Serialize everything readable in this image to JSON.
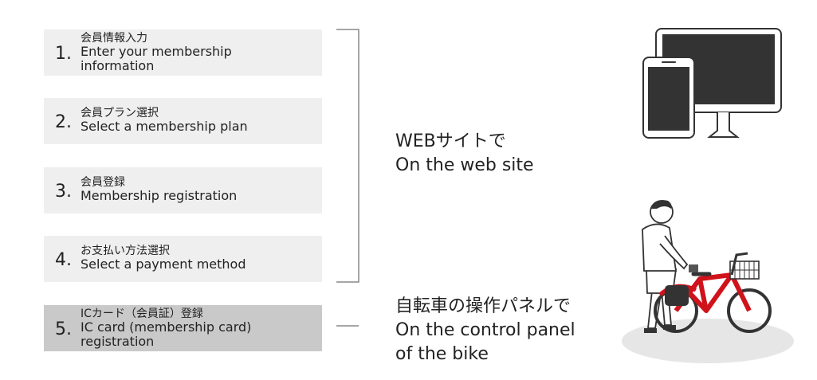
{
  "steps": [
    {
      "number": "1.",
      "ja": "会員情報入力",
      "en": [
        "Enter your membership",
        "information"
      ]
    },
    {
      "number": "2.",
      "ja": "会員プラン選択",
      "en": [
        "Select a membership plan"
      ]
    },
    {
      "number": "3.",
      "ja": "会員登録",
      "en": [
        "Membership registration"
      ]
    },
    {
      "number": "4.",
      "ja": "お支払い方法選択",
      "en": [
        "Select a payment method"
      ]
    },
    {
      "number": "5.",
      "ja": "ICカード（会員証）登録",
      "en": [
        "IC card (membership card)",
        "registration"
      ]
    }
  ],
  "web_label": {
    "ja": "WEBサイトで",
    "en": "On the web site"
  },
  "bike_label": {
    "ja": "自転車の操作パネルで",
    "en": [
      "On the control panel",
      "of the bike"
    ]
  },
  "icons": {
    "web": "tablet-and-monitor-icon",
    "bike": "person-with-bike-icon"
  },
  "colors": {
    "bike": "#d0121b",
    "step_bg": "#efefef",
    "step_bg_active": "#c9c9c9"
  }
}
